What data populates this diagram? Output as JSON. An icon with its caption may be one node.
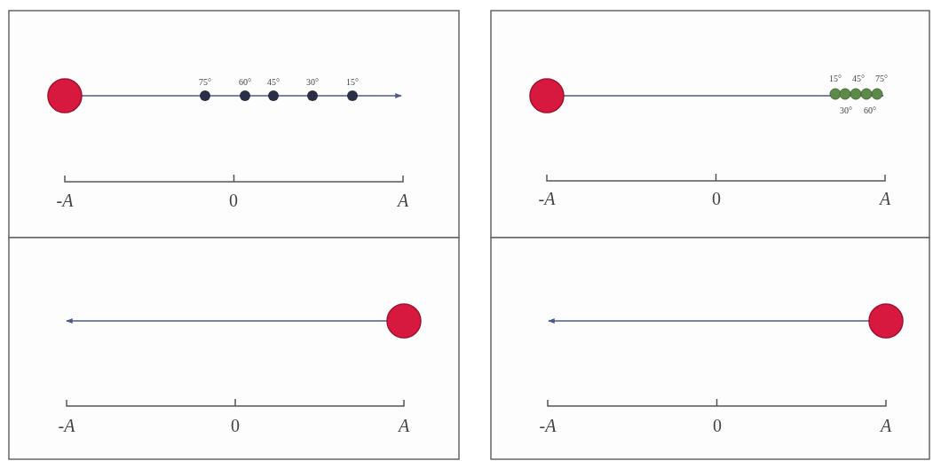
{
  "diagram": {
    "labels": [
      "75°",
      "60°",
      "45°",
      "30°",
      "15°",
      "-A",
      "0",
      "A",
      "15°",
      "45°",
      "75°",
      "30°",
      "60°",
      "-A",
      "0",
      "A",
      "-A",
      "0",
      "A",
      "-A",
      "0",
      "A"
    ]
  }
}
